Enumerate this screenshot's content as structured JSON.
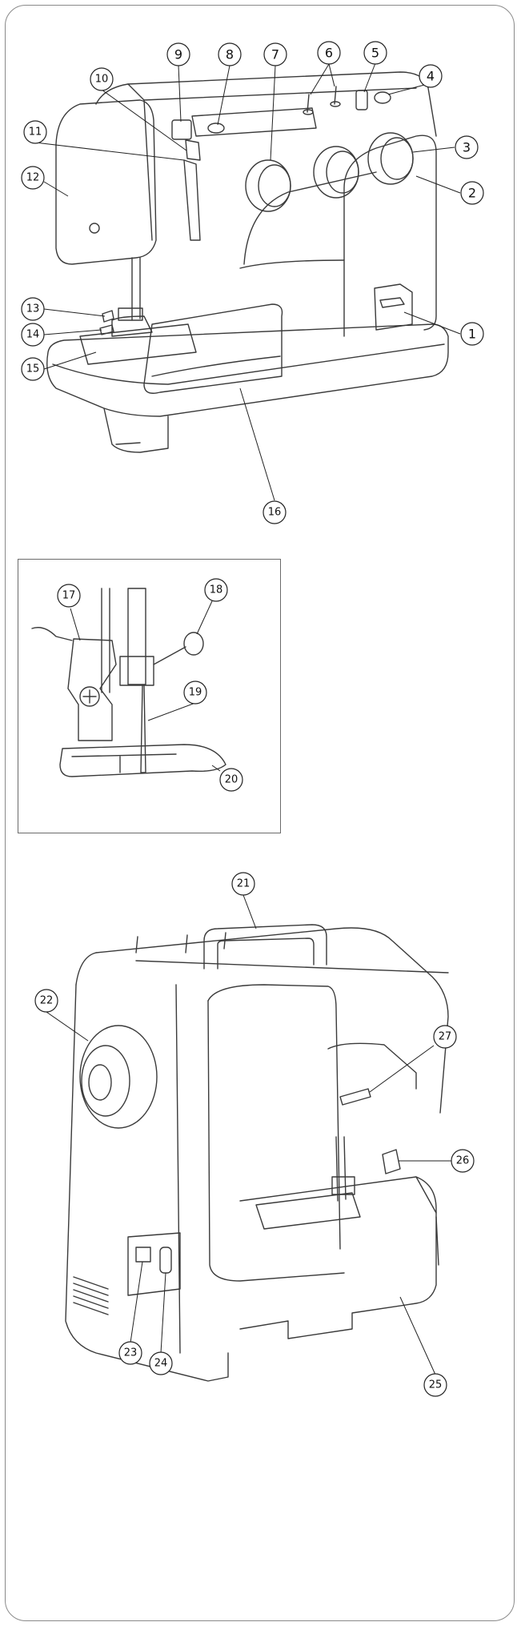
{
  "figures": {
    "machine_front": {
      "callouts": [
        "1",
        "2",
        "3",
        "4",
        "5",
        "6",
        "7",
        "8",
        "9",
        "10",
        "11",
        "12",
        "13",
        "14",
        "15",
        "16"
      ]
    },
    "presser_foot_detail": {
      "callouts": [
        "17",
        "18",
        "19",
        "20"
      ]
    },
    "machine_rear": {
      "callouts": [
        "21",
        "22",
        "23",
        "24",
        "25",
        "26",
        "27"
      ]
    }
  },
  "colors": {
    "line": "#3a3a3a",
    "frame": "#8a8a8a"
  }
}
